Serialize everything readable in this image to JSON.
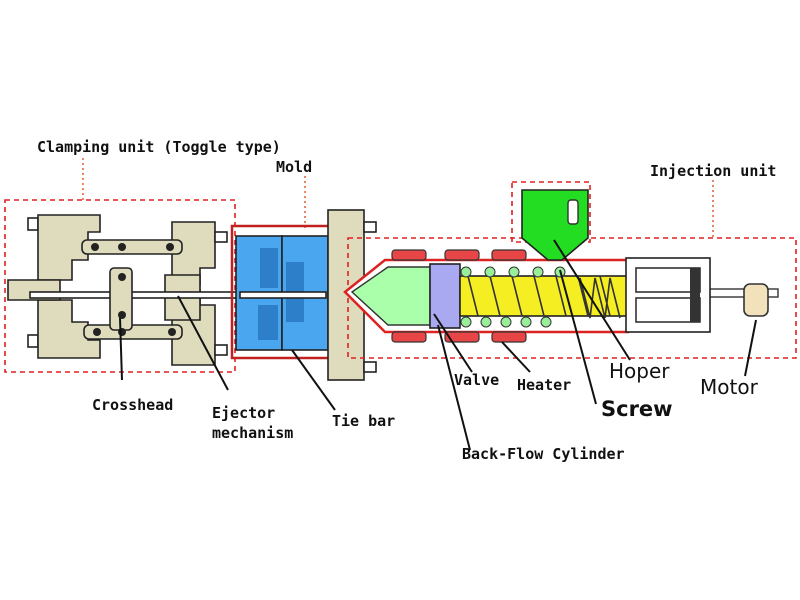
{
  "labels": {
    "clamping_unit": "Clamping unit (Toggle type)",
    "mold": "Mold",
    "injection_unit": "Injection unit",
    "crosshead": "Crosshead",
    "ejector_line1": "Ejector",
    "ejector_line2": "mechanism",
    "tie_bar": "Tie bar",
    "valve": "Valve",
    "heater": "Heater",
    "hoper": "Hoper",
    "motor": "Motor",
    "screw": "Screw",
    "back_flow_cylinder": "Back-Flow Cylinder"
  },
  "colors": {
    "frame_beige": "#dedcbc",
    "mold_blue": "#4aa6ee",
    "hopper_green": "#22dd22",
    "nozzle_green": "#aaffaa",
    "screw_yellow": "#f5ee22",
    "heater_red": "#e84646",
    "valve_lavender": "#a9a9f2",
    "outline_red": "#dd2222",
    "dashed_red": "#e02020",
    "ball_green": "#99ee99"
  }
}
